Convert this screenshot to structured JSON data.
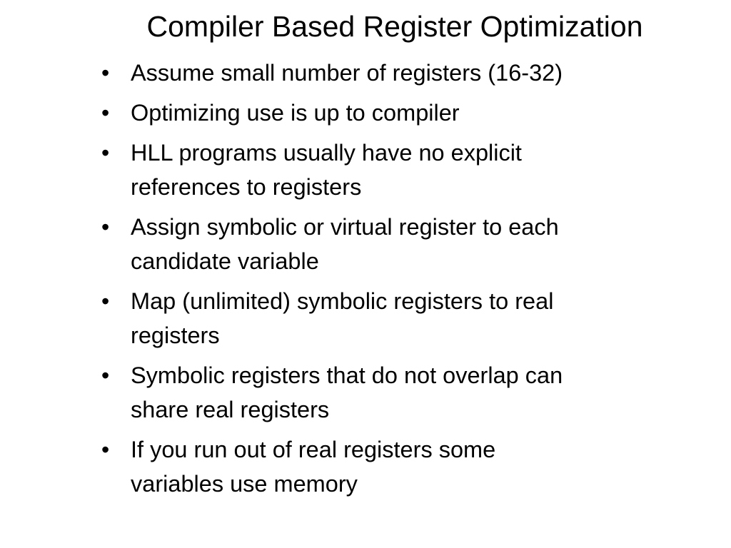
{
  "slide": {
    "title": "Compiler Based Register Optimization",
    "bullet_glyph": "•",
    "bullets": [
      {
        "lines": [
          "Assume small number of registers (16-32)"
        ]
      },
      {
        "lines": [
          "Optimizing use is up to compiler"
        ]
      },
      {
        "lines": [
          "HLL programs usually have no explicit",
          "references to registers"
        ]
      },
      {
        "lines": [
          "Assign symbolic or virtual register to each",
          "candidate variable"
        ]
      },
      {
        "lines": [
          "Map (unlimited) symbolic registers to real",
          "registers"
        ]
      },
      {
        "lines": [
          "Symbolic registers that do not overlap can",
          "share real registers"
        ]
      },
      {
        "lines": [
          "If you run out of real registers some",
          "variables use memory"
        ]
      }
    ]
  }
}
